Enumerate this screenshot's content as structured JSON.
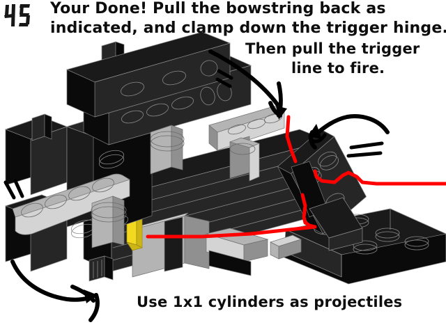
{
  "step": {
    "number": "45",
    "number_style": "seven-segment"
  },
  "background_color": "#ffffff",
  "captions": {
    "line1": "Your Done! Pull the bowstring back as",
    "line2": "indicated, and clamp down the trigger hinge.",
    "line3": "Then pull the trigger",
    "line4": "line to fire.",
    "bottom": "Use 1x1 cylinders as projectiles"
  },
  "colors": {
    "text": "#0d0d0d",
    "annotation_arrow": "#000000",
    "trigger_line": "#ff0000",
    "brick_black": "#1a1a1a",
    "brick_black_dark": "#0b0b0b",
    "brick_black_light": "#2e2e2e",
    "brick_gray": "#b4b4b4",
    "brick_gray_dark": "#8f8f8f",
    "brick_gray_light": "#d2d2d2",
    "brick_yellow": "#f2d81e",
    "brick_yellow_dark": "#cbb117",
    "edge_line": "#8a8a8a",
    "edge_line_dark": "#4a4a4a"
  },
  "model": {
    "name": "lego-crossbow-launcher",
    "parts": [
      {
        "id": "base-plate-rear",
        "color": "brick_black",
        "label": "black base plate with studs"
      },
      {
        "id": "base-beam-long",
        "color": "brick_black",
        "label": "long black technic beam chassis"
      },
      {
        "id": "tower-left",
        "color": "brick_black",
        "label": "black support tower, left"
      },
      {
        "id": "bow-arm-upper",
        "color": "brick_black",
        "label": "upper black technic bow arm"
      },
      {
        "id": "bow-arm-lower",
        "color": "brick_gray",
        "label": "light gray technic liftarm"
      },
      {
        "id": "gray-liftarm-front",
        "color": "brick_gray",
        "label": "front light gray liftarm"
      },
      {
        "id": "axle-pin-gray",
        "color": "brick_gray",
        "label": "gray axle / pin connector"
      },
      {
        "id": "yellow-catch",
        "color": "brick_yellow",
        "label": "yellow 1x2 catch plate"
      },
      {
        "id": "trigger-hinge",
        "color": "brick_black",
        "label": "black trigger hinge assembly"
      },
      {
        "id": "projectile-slot",
        "color": "brick_gray",
        "label": "gray barrel / projectile slot"
      }
    ]
  },
  "annotations": [
    {
      "id": "arrow-bowstring-top",
      "type": "curved-arrow",
      "label": "pull bowstring back arrow (top right of bow)"
    },
    {
      "id": "arrow-trigger-hinge",
      "type": "curved-arrow",
      "label": "clamp down trigger hinge arrow"
    },
    {
      "id": "arrow-base-bottom",
      "type": "curved-arrow",
      "label": "bottom left direction arrow"
    },
    {
      "id": "motion-lines-left",
      "type": "motion-lines",
      "label": "motion lines on gray liftarm, left"
    },
    {
      "id": "motion-lines-bow",
      "type": "motion-lines",
      "label": "motion lines on black bow arm"
    },
    {
      "id": "motion-lines-trigger",
      "type": "motion-lines",
      "label": "motion lines at trigger, right"
    },
    {
      "id": "trigger-line-red",
      "type": "red-line",
      "label": "red trigger line routed from catch to right edge"
    }
  ]
}
